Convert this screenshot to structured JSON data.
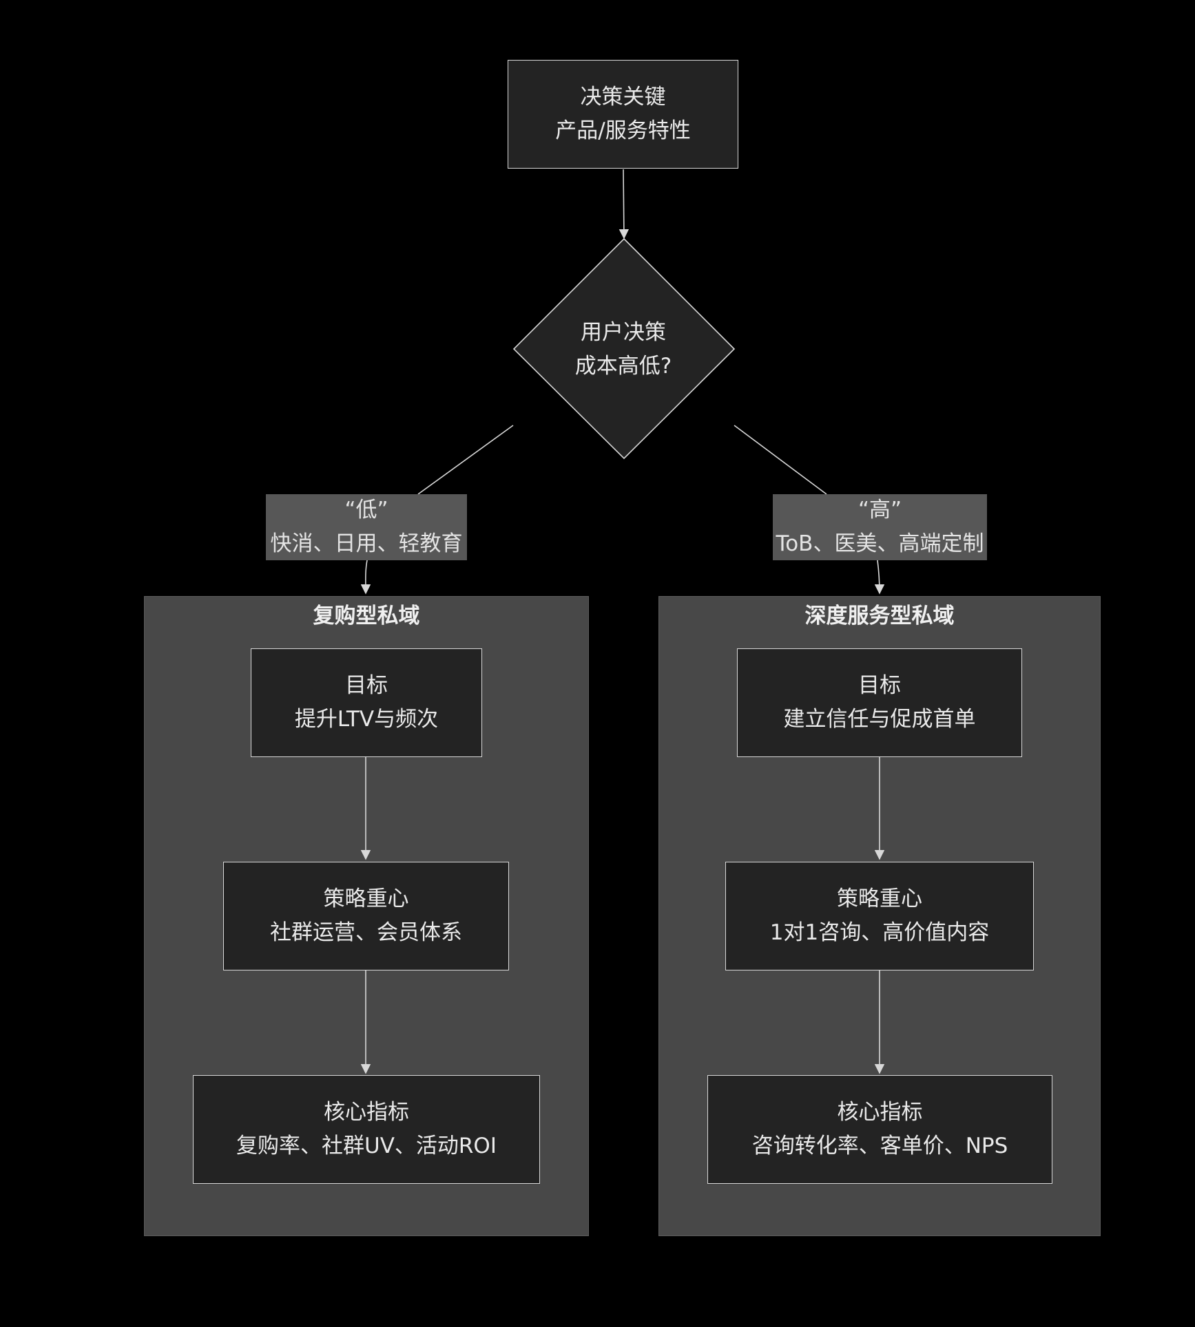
{
  "start": {
    "line1": "决策关键",
    "line2": "产品/服务特性"
  },
  "decision": {
    "line1": "用户决策",
    "line2": "成本高低?"
  },
  "left_edge_label": {
    "line1": "“低”",
    "line2": "快消、日用、轻教育"
  },
  "right_edge_label": {
    "line1": "“高”",
    "line2": "ToB、医美、高端定制"
  },
  "left_group": {
    "title": "复购型私域",
    "goal": {
      "line1": "目标",
      "line2": "提升LTV与频次"
    },
    "strategy": {
      "line1": "策略重心",
      "line2": "社群运营、会员体系"
    },
    "metrics": {
      "line1": "核心指标",
      "line2": "复购率、社群UV、活动ROI"
    }
  },
  "right_group": {
    "title": "深度服务型私域",
    "goal": {
      "line1": "目标",
      "line2": "建立信任与促成首单"
    },
    "strategy": {
      "line1": "策略重心",
      "line2": "1对1咨询、高价值内容"
    },
    "metrics": {
      "line1": "核心指标",
      "line2": "咨询转化率、客单价、NPS"
    }
  },
  "colors": {
    "background": "#000000",
    "node_fill": "#232323",
    "group_fill": "#484848",
    "label_fill": "#575757",
    "line": "#d8d8d8"
  }
}
